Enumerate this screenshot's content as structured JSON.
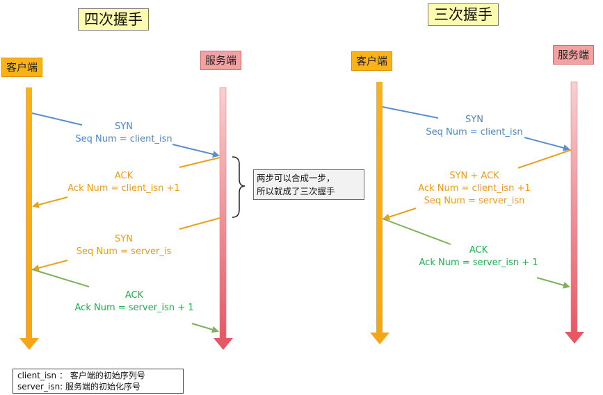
{
  "four_way": {
    "title": "四次握手",
    "client_label": "客户端",
    "server_label": "服务端",
    "msg1": {
      "line1": "SYN",
      "line2": "Seq Num = client_isn"
    },
    "msg2": {
      "line1": "ACK",
      "line2": "Ack Num =  client_isn +1"
    },
    "msg3": {
      "line1": "SYN",
      "line2": "Seq Num = server_is"
    },
    "msg4": {
      "line1": "ACK",
      "line2": "Ack Num = server_isn + 1"
    }
  },
  "note": {
    "line1": "两步可以合成一步，",
    "line2": "所以就成了三次握手"
  },
  "three_way": {
    "title": "三次握手",
    "client_label": "客户端",
    "server_label": "服务端",
    "msg1": {
      "line1": "SYN",
      "line2": "Seq Num = client_isn"
    },
    "msg2": {
      "line1": "SYN + ACK",
      "line2": "Ack Num =  client_isn +1",
      "line3": "Seq Num = server_isn"
    },
    "msg3": {
      "line1": "ACK",
      "line2": "Ack Num = server_isn + 1"
    }
  },
  "legend": {
    "line1": "client_isn ： 客户端的初始序列号",
    "line2": "server_isn:  服务端的初始化序号"
  },
  "colors": {
    "client_lifeline": "#fbb118",
    "server_lifeline": "#e8606a",
    "syn_client": "#5b8fcc",
    "server_reply": "#e9a11c",
    "ack_client": "#7fb159"
  }
}
